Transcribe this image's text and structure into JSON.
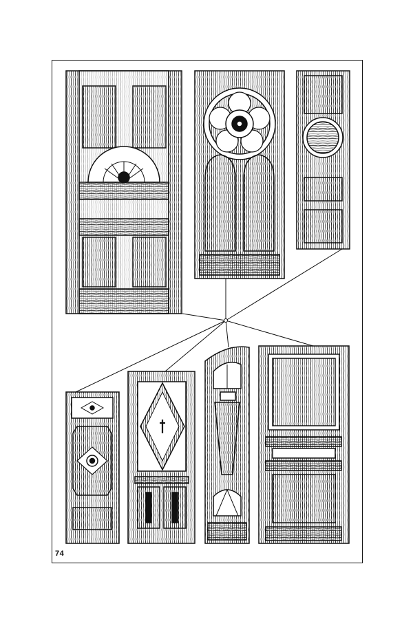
{
  "page": {
    "page_number": "74",
    "ink_color": "#111111",
    "paper_color": "#ffffff"
  },
  "plate": {
    "description_icons": [
      "door-icon"
    ],
    "doors": [
      {
        "id": "door-1",
        "style": "four-panel-with-fan"
      },
      {
        "id": "door-2",
        "style": "gothic-rosette-arched"
      },
      {
        "id": "door-3",
        "style": "narrow-with-round-window"
      },
      {
        "id": "door-4",
        "style": "narrow-with-diamond-lights"
      },
      {
        "id": "door-5",
        "style": "diamond-glazed"
      },
      {
        "id": "door-6",
        "style": "arched-narrow"
      },
      {
        "id": "door-7",
        "style": "two-panel-wide"
      }
    ]
  }
}
